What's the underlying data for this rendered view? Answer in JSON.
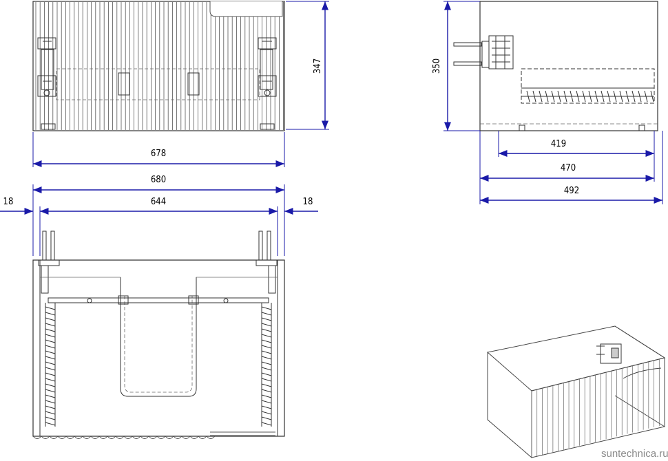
{
  "drawing": {
    "front_view": {
      "width_label": "678",
      "height_label": "347"
    },
    "side_view": {
      "height_label": "350",
      "depth_inner_label": "419",
      "depth_mid_label": "470",
      "depth_total_label": "492"
    },
    "top_view": {
      "overall_width_label": "680",
      "inner_width_label": "644",
      "left_wall_label": "18",
      "right_wall_label": "18"
    },
    "watermark": "suntechnica.ru",
    "colors": {
      "dimension": "#1a1aa8",
      "line": "#333333",
      "light": "#888888"
    }
  }
}
